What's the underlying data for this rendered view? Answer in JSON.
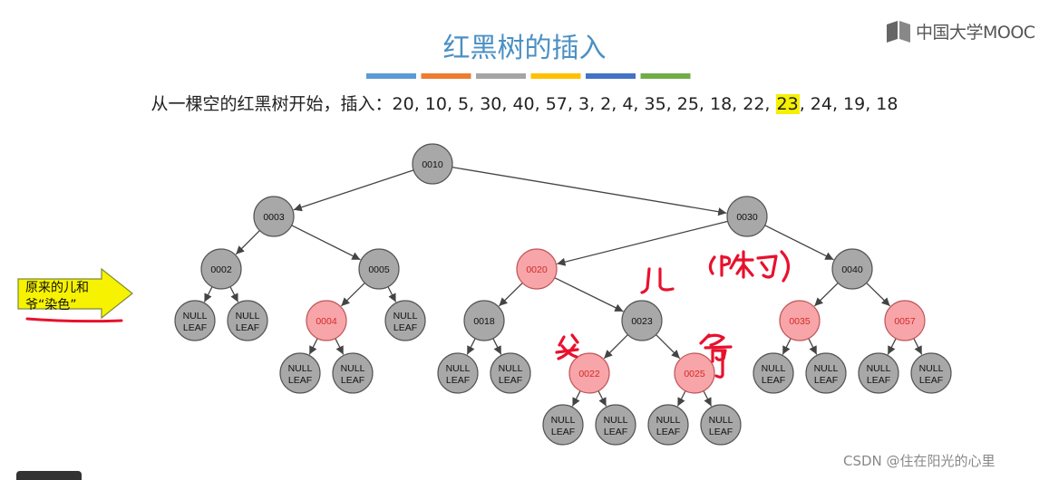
{
  "title": "红黑树的插入",
  "subtitle": {
    "prefix": "从一棵空的红黑树开始，插入：",
    "seq_before": "20, 10, 5, 30, 40, 57, 3, 2, 4, 35, 25, 18, 22, ",
    "highlight": "23",
    "seq_after": ", 24, 19, 18"
  },
  "color_bar": [
    "#5b9bd5",
    "#ed7d31",
    "#a5a5a5",
    "#ffc000",
    "#4472c4",
    "#70ad47"
  ],
  "logo": {
    "text": "中国大学MOOC",
    "icon": "mooc-book-icon"
  },
  "callout": {
    "line1": "原来的儿和",
    "line2": "爷“染色”",
    "fill": "#f7f200"
  },
  "handwriting": {
    "er": "儿",
    "shu": "(叔)",
    "fu": "父",
    "ye": "爷",
    "ink": "#e8112d"
  },
  "colors": {
    "black_node": "#a8a8a8",
    "red_node": "#f7a5a8",
    "red_text": "#d42a2a",
    "edge": "#444444"
  },
  "tree": {
    "nodes": [
      {
        "id": "n10",
        "label": "0010",
        "color": "black"
      },
      {
        "id": "n3",
        "label": "0003",
        "color": "black"
      },
      {
        "id": "n30",
        "label": "0030",
        "color": "black"
      },
      {
        "id": "n2",
        "label": "0002",
        "color": "black"
      },
      {
        "id": "n5",
        "label": "0005",
        "color": "black"
      },
      {
        "id": "n20",
        "label": "0020",
        "color": "red"
      },
      {
        "id": "n40",
        "label": "0040",
        "color": "black"
      },
      {
        "id": "n4",
        "label": "0004",
        "color": "red"
      },
      {
        "id": "n18",
        "label": "0018",
        "color": "black"
      },
      {
        "id": "n23",
        "label": "0023",
        "color": "black"
      },
      {
        "id": "n35",
        "label": "0035",
        "color": "red"
      },
      {
        "id": "n57",
        "label": "0057",
        "color": "red"
      },
      {
        "id": "n22",
        "label": "0022",
        "color": "red"
      },
      {
        "id": "n25",
        "label": "0025",
        "color": "red"
      },
      {
        "id": "l2a",
        "label": "NULL LEAF",
        "color": "black"
      },
      {
        "id": "l2b",
        "label": "NULL LEAF",
        "color": "black"
      },
      {
        "id": "l5b",
        "label": "NULL LEAF",
        "color": "black"
      },
      {
        "id": "l4a",
        "label": "NULL LEAF",
        "color": "black"
      },
      {
        "id": "l4b",
        "label": "NULL LEAF",
        "color": "black"
      },
      {
        "id": "l18a",
        "label": "NULL LEAF",
        "color": "black"
      },
      {
        "id": "l18b",
        "label": "NULL LEAF",
        "color": "black"
      },
      {
        "id": "l35a",
        "label": "NULL LEAF",
        "color": "black"
      },
      {
        "id": "l35b",
        "label": "NULL LEAF",
        "color": "black"
      },
      {
        "id": "l57a",
        "label": "NULL LEAF",
        "color": "black"
      },
      {
        "id": "l57b",
        "label": "NULL LEAF",
        "color": "black"
      },
      {
        "id": "l22a",
        "label": "NULL LEAF",
        "color": "black"
      },
      {
        "id": "l22b",
        "label": "NULL LEAF",
        "color": "black"
      },
      {
        "id": "l25a",
        "label": "NULL LEAF",
        "color": "black"
      },
      {
        "id": "l25b",
        "label": "NULL LEAF",
        "color": "black"
      }
    ],
    "edges": [
      [
        "n10",
        "n3"
      ],
      [
        "n10",
        "n30"
      ],
      [
        "n3",
        "n2"
      ],
      [
        "n3",
        "n5"
      ],
      [
        "n30",
        "n20"
      ],
      [
        "n30",
        "n40"
      ],
      [
        "n2",
        "l2a"
      ],
      [
        "n2",
        "l2b"
      ],
      [
        "n5",
        "n4"
      ],
      [
        "n5",
        "l5b"
      ],
      [
        "n20",
        "n18"
      ],
      [
        "n20",
        "n23"
      ],
      [
        "n40",
        "n35"
      ],
      [
        "n40",
        "n57"
      ],
      [
        "n4",
        "l4a"
      ],
      [
        "n4",
        "l4b"
      ],
      [
        "n18",
        "l18a"
      ],
      [
        "n18",
        "l18b"
      ],
      [
        "n23",
        "n22"
      ],
      [
        "n23",
        "n25"
      ],
      [
        "n35",
        "l35a"
      ],
      [
        "n35",
        "l35b"
      ],
      [
        "n57",
        "l57a"
      ],
      [
        "n57",
        "l57b"
      ],
      [
        "n22",
        "l22a"
      ],
      [
        "n22",
        "l22b"
      ],
      [
        "n25",
        "l25a"
      ],
      [
        "n25",
        "l25b"
      ]
    ]
  },
  "watermark": "CSDN @住在阳光的心里"
}
